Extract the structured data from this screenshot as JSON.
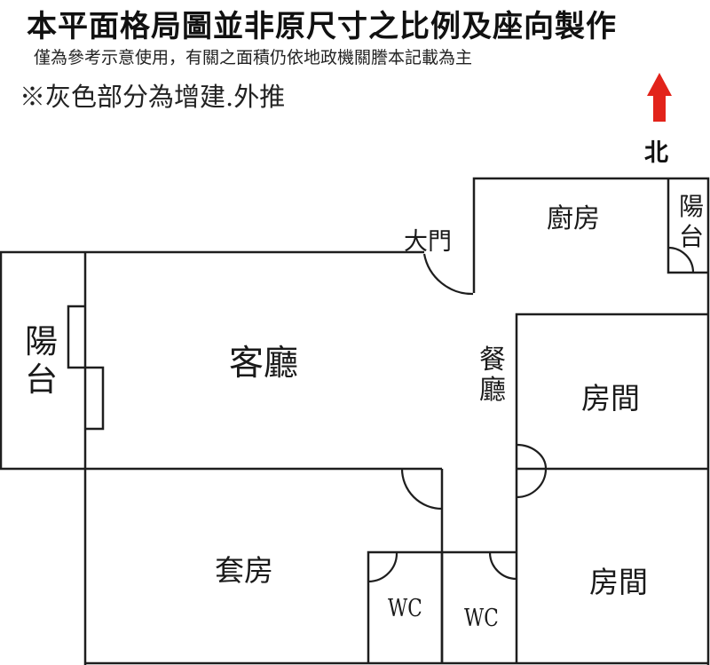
{
  "header": {
    "title": "本平面格局圖並非原尺寸之比例及座向製作",
    "subtitle": "僅為參考示意使用，有關之面積仍依地政機關謄本記載為主",
    "note": "※灰色部分為增建.外推"
  },
  "compass": {
    "label": "北",
    "arrow_color": "#e2231a"
  },
  "rooms": {
    "kitchen": "廚房",
    "main_door": "大門",
    "balcony_small": "陽台",
    "balcony_left": "陽台",
    "living_room": "客廳",
    "dining_room": "餐廳",
    "bedroom_1": "房間",
    "bedroom_2": "房間",
    "master_suite": "套房",
    "wc_1": "WC",
    "wc_2": "WC"
  },
  "colors": {
    "wall": "#1e1e1e",
    "background": "#ffffff"
  }
}
